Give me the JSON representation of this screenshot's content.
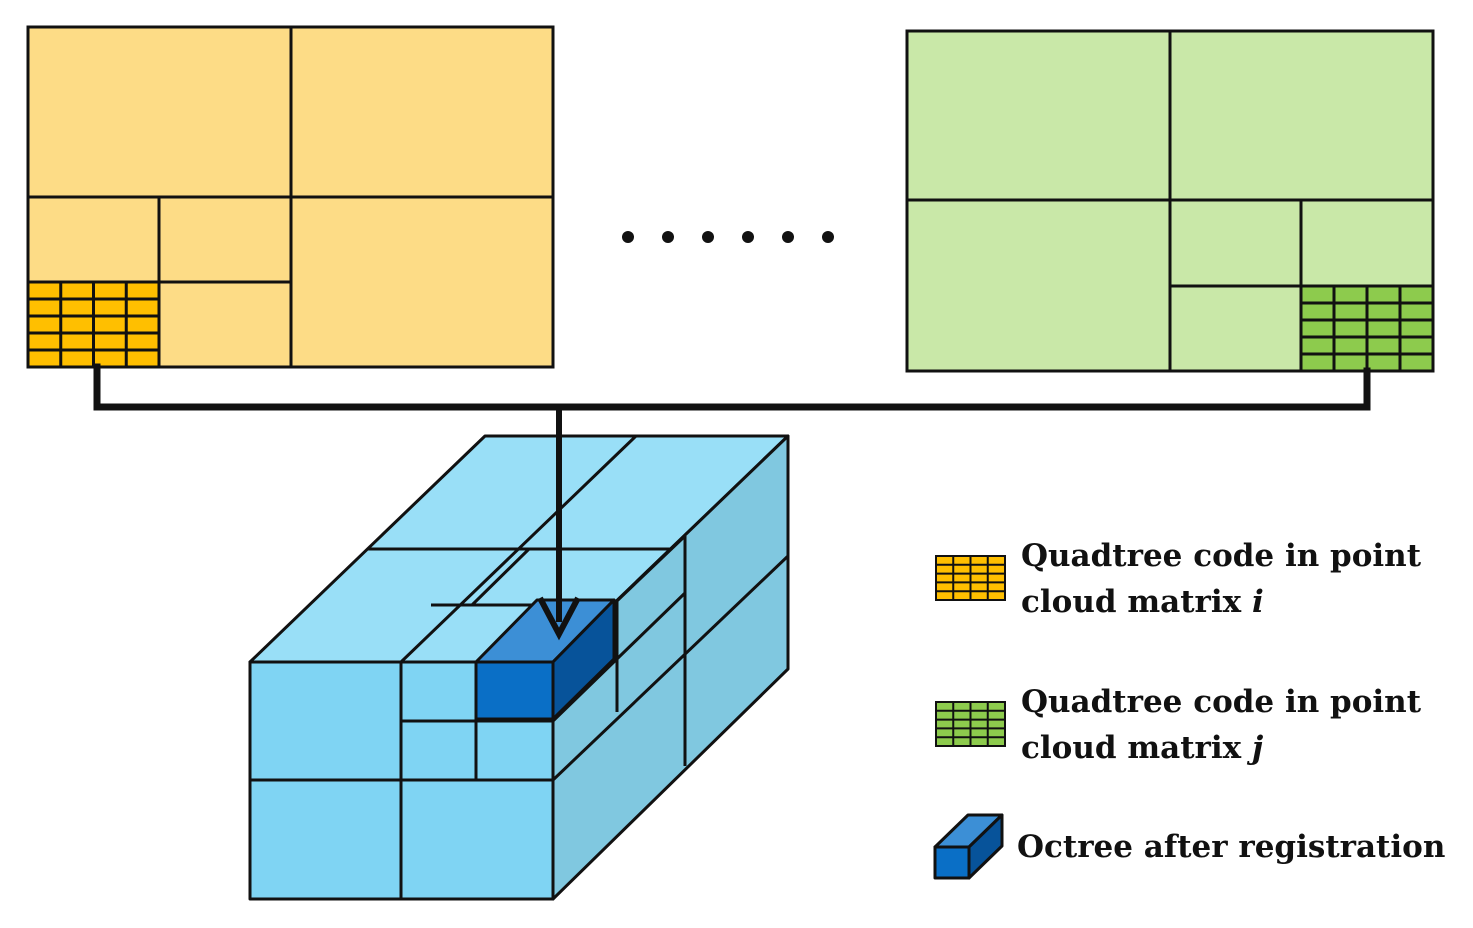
{
  "colors": {
    "yellow_panel": "#FDDC86",
    "yellow_code": "#FFBF00",
    "green_panel": "#C9E8A8",
    "green_code": "#8DCB4D",
    "cube_top": "#99DFF7",
    "cube_front": "#7FD4F3",
    "cube_side": "#80C8E0",
    "octree_front": "#0A6FC6",
    "octree_top": "#3C8FD6",
    "octree_side": "#07539A",
    "stroke": "#111111"
  },
  "ellipsis": "· · · · · ·",
  "legend": {
    "items": [
      {
        "line1": "Quadtree code in point",
        "line2_prefix": "cloud matrix ",
        "line2_var": "i",
        "icon": "yellow-grid-icon"
      },
      {
        "line1": "Quadtree code in point",
        "line2_prefix": "cloud matrix ",
        "line2_var": "j",
        "icon": "green-grid-icon"
      },
      {
        "line1": "Octree after registration",
        "icon": "blue-cuboid-icon"
      }
    ]
  }
}
